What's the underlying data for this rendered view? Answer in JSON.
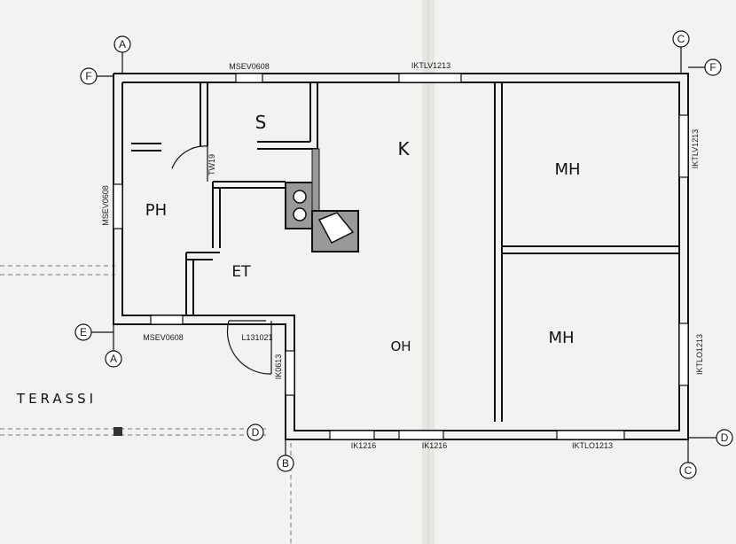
{
  "rooms": {
    "s": "S",
    "k": "K",
    "mh_upper": "MH",
    "ph": "PH",
    "et": "ET",
    "oh": "OH",
    "mh_lower": "MH",
    "terrace": "TERASSI"
  },
  "window_labels": {
    "top_left": "MSEV0608",
    "top_center": "IKTLV1213",
    "left": "MSEV0608",
    "right_upper": "IKTLV1213",
    "right_lower": "IKTLO1213",
    "bottom_left": "MSEV0608",
    "bottom_center_left": "IK1216",
    "bottom_center": "IK1216",
    "bottom_right": "IKTLO1213",
    "door_bath": "TW19",
    "door_entry": "L131021",
    "door_side": "IK0613"
  },
  "grid_axes": {
    "a_top": "A",
    "f_left": "F",
    "c_top": "C",
    "f_right": "F",
    "e_left": "E",
    "a_bottom": "A",
    "d_left": "D",
    "b_bottom": "B",
    "d_right": "D",
    "c_bottom": "C"
  }
}
